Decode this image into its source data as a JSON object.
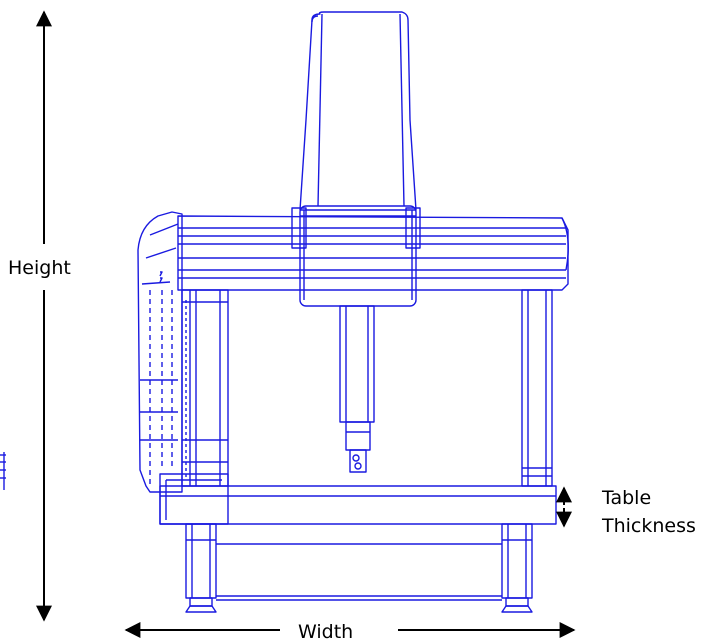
{
  "labels": {
    "height": "Height",
    "width": "Width",
    "table_thickness_line1": "Table",
    "table_thickness_line2": "Thickness"
  },
  "colors": {
    "machine_line": "#1a1ae0",
    "dimension": "#000000",
    "background": "#ffffff"
  },
  "icons": {
    "arrows": [
      "double-arrow-vertical-icon",
      "double-arrow-horizontal-icon"
    ]
  }
}
